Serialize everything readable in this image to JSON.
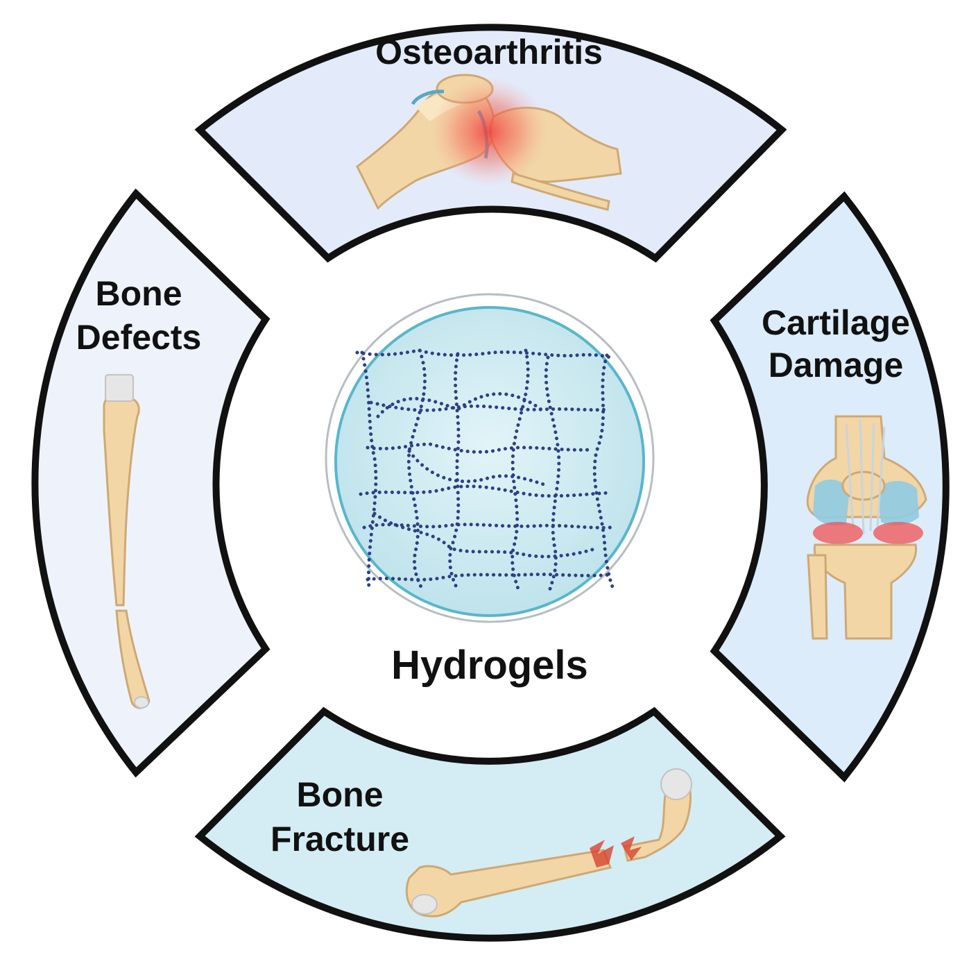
{
  "center": {
    "label": "Hydrogels",
    "dish_color": "#cfeaf1",
    "network_color": "#2c3f86"
  },
  "segments": [
    {
      "id": "top",
      "label_lines": [
        "Osteoarthritis"
      ],
      "fill": "#e3ebfb",
      "icon": "knee-joint-inflamed-icon"
    },
    {
      "id": "right",
      "label_lines": [
        "Cartilage",
        "Damage"
      ],
      "fill": "#dcecfa",
      "icon": "knee-cartilage-damage-icon"
    },
    {
      "id": "bottom",
      "label_lines": [
        "Bone",
        "Fracture"
      ],
      "fill": "#d4edf4",
      "icon": "fractured-femur-icon"
    },
    {
      "id": "left",
      "label_lines": [
        "Bone",
        "Defects"
      ],
      "fill": "#eef3fb",
      "icon": "bone-defect-icon"
    }
  ],
  "colors": {
    "outline": "#111111",
    "bone": "#f2d6a6",
    "inflammation": "#f04848"
  }
}
